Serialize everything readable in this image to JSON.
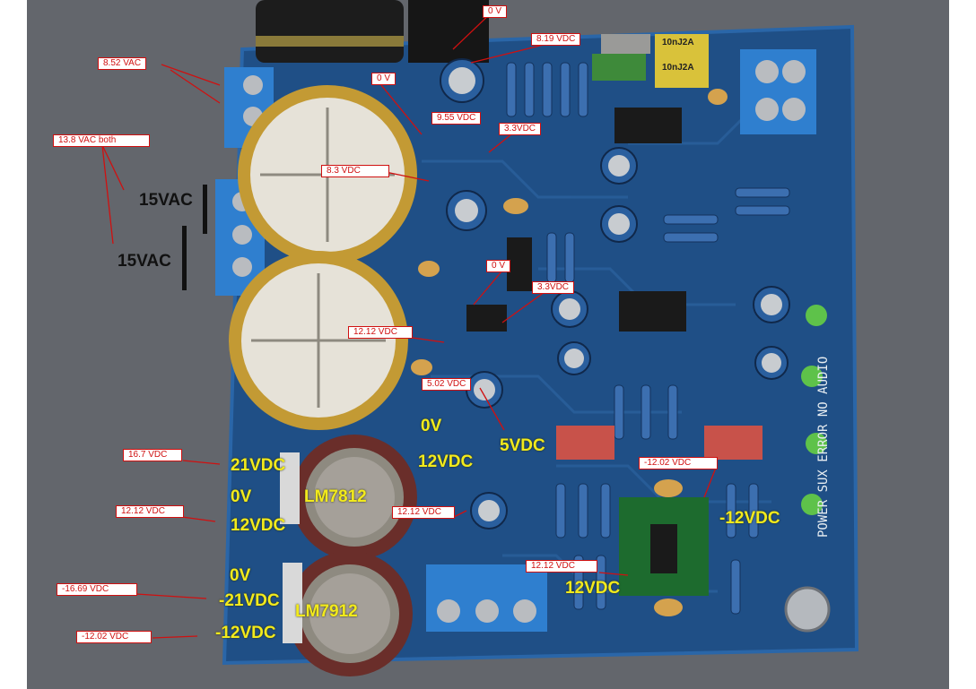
{
  "theme": {
    "pcb": "#1f4f86",
    "pcb_dark": "#143a66",
    "pcb_edge": "#2a66a8",
    "gold": "#c39a34",
    "callout_red": "#d01010",
    "label_yellow": "#f2ea1c",
    "terminal_blue": "#2f7fcf"
  },
  "voltage_callouts": {
    "v_8_52_vac": "8.52 VAC",
    "v_13_8_vac_both": "13.8 VAC both",
    "v_0v_top": "0 V",
    "v_8_19_vdc": "8.19 VDC",
    "v_0v_2": "0 V",
    "v_9_55_vdc": "9.55 VDC",
    "v_3_3vdc_1": "3.3VDC",
    "v_8_3_vdc": "8.3 VDC",
    "v_0v_3": "0 V",
    "v_3_3vdc_2": "3.3VDC",
    "v_12_12_vdc_1": "12.12 VDC",
    "v_5_02_vdc": "5.02 VDC",
    "v_16_7_vdc": "16.7 VDC",
    "v_neg_12_02_vdc_1": "-12.02 VDC",
    "v_12_12_vdc_2": "12.12 VDC",
    "v_12_12_vdc_3": "12.12 VDC",
    "v_12_12_vdc_4": "12.12 VDC",
    "v_neg_16_69_vdc": "-16.69 VDC",
    "v_neg_12_02_vdc_2": "-12.02 VDC"
  },
  "overlay_labels": {
    "vac_top": "15VAC",
    "vac_bottom": "15VAC",
    "v21": "21VDC",
    "v0_left": "0V",
    "v12_left": "12VDC",
    "reg_pos": "LM7812",
    "v0_mid": "0V",
    "v12_mid": "12VDC",
    "v5_mid": "5VDC",
    "v_neg12_right": "-12VDC",
    "v12_bottom": "12VDC",
    "v0_lower": "0V",
    "v_neg21": "-21VDC",
    "reg_neg": "LM7912",
    "v_neg12_left": "-12VDC"
  },
  "board_text": {
    "cap_label_1": "10nJ2A",
    "cap_label_2": "10nJ2A",
    "silk_right": "POWER SUX ERROR NO AUDIO"
  }
}
